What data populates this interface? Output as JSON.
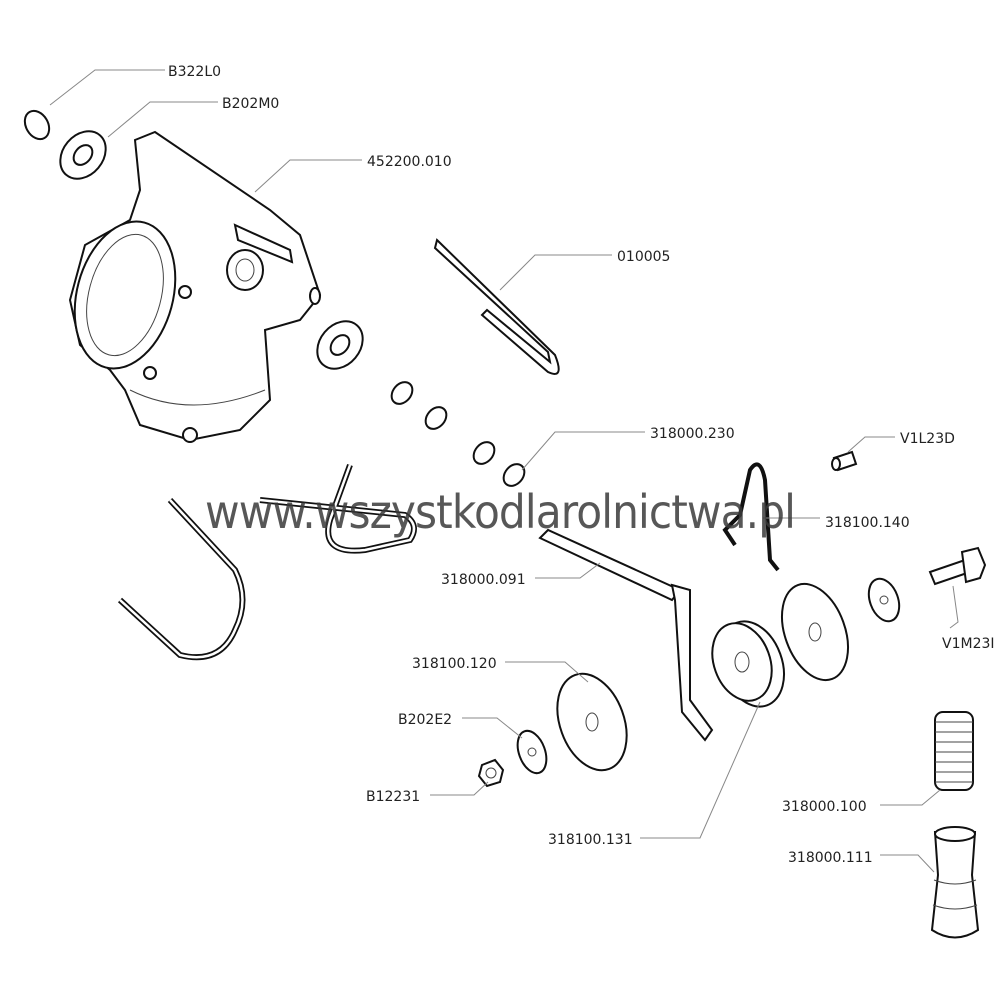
{
  "diagram": {
    "title": "Exploded parts diagram",
    "watermark": "www.wszystkodlarolnictwa.pl",
    "parts": [
      {
        "id": "B322L0",
        "label": "B322L0"
      },
      {
        "id": "B202M0",
        "label": "B202M0"
      },
      {
        "id": "452200.010",
        "label": "452200.010"
      },
      {
        "id": "010005",
        "label": "010005"
      },
      {
        "id": "318000.230",
        "label": "318000.230"
      },
      {
        "id": "V1L23D",
        "label": "V1L23D"
      },
      {
        "id": "318100.140",
        "label": "318100.140"
      },
      {
        "id": "318000.091",
        "label": "318000.091"
      },
      {
        "id": "V1M23I",
        "label": "V1M23I"
      },
      {
        "id": "318100.120",
        "label": "318100.120"
      },
      {
        "id": "B202E2",
        "label": "B202E2"
      },
      {
        "id": "B12231",
        "label": "B12231"
      },
      {
        "id": "318100.131",
        "label": "318100.131"
      },
      {
        "id": "318000.100",
        "label": "318000.100"
      },
      {
        "id": "318000.111",
        "label": "318000.111"
      }
    ]
  }
}
